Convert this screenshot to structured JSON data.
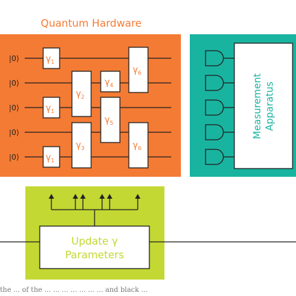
{
  "title": "Quantum Hardware",
  "qubit_label": "|0⟩",
  "gate_gamma": "γ",
  "gates": [
    {
      "sym": "γ",
      "sub": "1"
    },
    {
      "sym": "γ",
      "sub": "1"
    },
    {
      "sym": "γ",
      "sub": "1"
    },
    {
      "sym": "γ",
      "sub": "2"
    },
    {
      "sym": "γ",
      "sub": "3"
    },
    {
      "sym": "γ",
      "sub": "4"
    },
    {
      "sym": "γ",
      "sub": "5"
    },
    {
      "sym": "γ",
      "sub": "6"
    },
    {
      "sym": "γ",
      "sub": "6"
    }
  ],
  "measurement": {
    "line1": "Measurement",
    "line2": "Apparatus"
  },
  "update": {
    "line1": "Update γ",
    "line2": "Parameters"
  },
  "bottom_caption": "the ... of the ... ... ... ... ... ... ... and black ...",
  "colors": {
    "orange": "#f47b34",
    "teal": "#19b4a0",
    "lime": "#c3d833",
    "white": "#ffffff",
    "line": "#222222"
  }
}
